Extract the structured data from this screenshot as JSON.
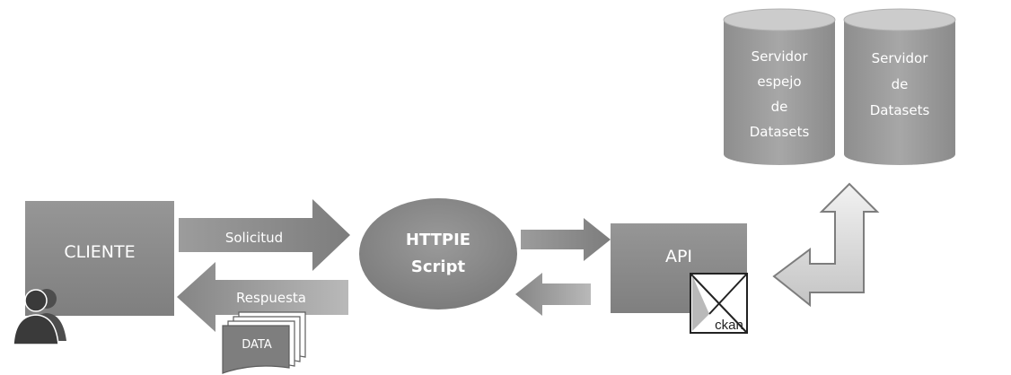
{
  "cliente": {
    "label": "CLIENTE"
  },
  "arrows": {
    "request_label": "Solicitud",
    "response_label": "Respuesta"
  },
  "script_node": {
    "line1": "HTTPIE",
    "line2": "Script"
  },
  "api_node": {
    "label": "API",
    "logo_text": "ckan"
  },
  "data_doc": {
    "label": "DATA"
  },
  "databases": [
    {
      "lines": [
        "Servidor",
        "espejo",
        "de",
        "Datasets"
      ]
    },
    {
      "lines": [
        "Servidor",
        "de",
        "Datasets"
      ]
    }
  ],
  "colors": {
    "box": "#8a8a8a",
    "arrow": "#8f8f8f",
    "db_body": "#9a9a9a",
    "db_top": "#c9c9c9",
    "text": "#ffffff"
  }
}
